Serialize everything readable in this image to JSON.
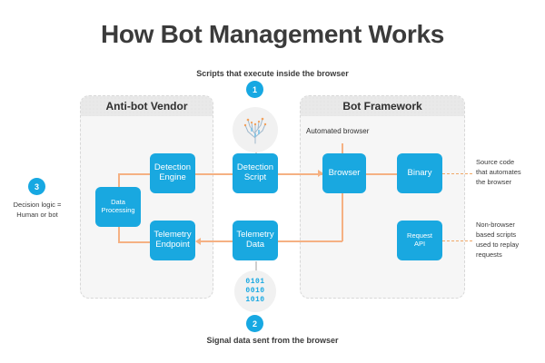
{
  "title": "How Bot Management Works",
  "captions": {
    "top": "Scripts that execute inside the browser",
    "bottom": "Signal data sent from the browser"
  },
  "panels": [
    {
      "id": "anti-bot-vendor",
      "title": "Anti-bot Vendor"
    },
    {
      "id": "bot-framework",
      "title": "Bot Framework"
    }
  ],
  "labels": {
    "automated_browser": "Automated browser"
  },
  "boxes": [
    {
      "id": "data-processing",
      "label": "Data\nProcessing"
    },
    {
      "id": "detection-engine",
      "label": "Detection\nEngine"
    },
    {
      "id": "telemetry-endpoint",
      "label": "Telemetry\nEndpoint"
    },
    {
      "id": "detection-script",
      "label": "Detection\nScript"
    },
    {
      "id": "telemetry-data",
      "label": "Telemetry\nData"
    },
    {
      "id": "browser",
      "label": "Browser"
    },
    {
      "id": "binary",
      "label": "Binary"
    },
    {
      "id": "request-api",
      "label": "Request\nAPI"
    }
  ],
  "badges": [
    {
      "id": "step-1",
      "value": "1"
    },
    {
      "id": "step-2",
      "value": "2"
    },
    {
      "id": "step-3",
      "value": "3"
    }
  ],
  "binary_circle": {
    "rows": [
      "0101",
      "0010",
      "1010"
    ]
  },
  "notes": {
    "decision_logic": "Decision logic =\nHuman or bot",
    "source_code": "Source code\nthat automates\nthe browser",
    "non_browser": "Non-browser\nbased scripts\nused to replay\nrequests"
  },
  "colors": {
    "box_blue": "#19a8e0",
    "badge_blue": "#17a8e2",
    "connector_orange": "#f5b183",
    "panel_bg": "#f6f6f6",
    "panel_head": "#e9e9e9",
    "text_dark": "#3b3b3b"
  }
}
